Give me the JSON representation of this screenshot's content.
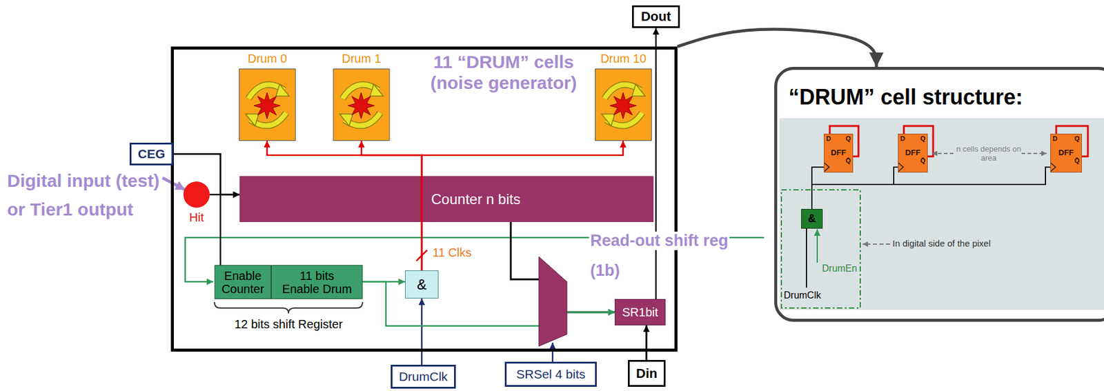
{
  "diagram": {
    "nodes": [
      {
        "text": [
          "Dout"
        ]
      },
      {
        "text": [
          "11 “DRUM” cells (noise generator)"
        ]
      },
      {
        "text": [
          "Drum 0"
        ],
        "in": 1
      },
      {
        "text": [
          "Drum 1"
        ],
        "in": 1
      },
      {
        "text": [
          "Drum 10"
        ],
        "in": 1
      },
      {
        "text": [
          "CEG"
        ]
      },
      {
        "text": [
          "Hit"
        ],
        "in": 1
      },
      {
        "text": [
          "Counter n bits"
        ],
        "in": 1
      },
      {
        "text": [
          "Enable Counter"
        ],
        "in": 1
      },
      {
        "text": [
          "11 bits Enable Drum"
        ],
        "in": 1
      },
      {
        "text": [
          "&"
        ],
        "in": 1
      },
      {
        "text": [
          "SR1bit"
        ],
        "in": 1
      },
      {
        "text": [
          "DrumClk"
        ]
      },
      {
        "text": [
          "SRSel 4 bits"
        ]
      },
      {
        "text": [
          "Din"
        ]
      },
      {
        "text": [
          "“DRUM” cell structure:"
        ]
      },
      {
        "text": [
          "D",
          "Q",
          "DFF",
          "Q̄"
        ],
        "in": 15
      },
      {
        "text": [
          "D",
          "Q",
          "DFF",
          "Q̄"
        ],
        "in": 15
      },
      {
        "text": [
          "D",
          "Q",
          "DFF",
          "Q̄"
        ],
        "in": 15
      },
      {
        "text": [
          "&"
        ],
        "in": 15
      }
    ],
    "edges": [
      {
        "from": 5,
        "to": 7,
        "arrow": "to"
      },
      {
        "from": 6,
        "to": 7,
        "arrow": "to"
      },
      {
        "from": 5,
        "to": 8,
        "arrow": "none"
      },
      {
        "from": 9,
        "to": 10,
        "arrow": "to"
      },
      {
        "from": 12,
        "to": 10,
        "arrow": "to"
      },
      {
        "from": 10,
        "to": 2,
        "arrow": "to"
      },
      {
        "from": 10,
        "to": 3,
        "arrow": "to"
      },
      {
        "from": 10,
        "to": 4,
        "arrow": "to"
      },
      {
        "from": 7,
        "to": 11,
        "arrow": "to"
      },
      {
        "from": 9,
        "to": 11,
        "arrow": "to"
      },
      {
        "from": 11,
        "to": 0,
        "arrow": "to"
      },
      {
        "from": 14,
        "to": 11,
        "arrow": "to"
      },
      {
        "from": 1,
        "to": 15,
        "arrow": "to"
      },
      {
        "from": 19,
        "to": 16,
        "arrow": "none"
      },
      {
        "from": 19,
        "to": 17,
        "arrow": "none"
      },
      {
        "from": 19,
        "to": 18,
        "arrow": "none"
      }
    ],
    "labels": [
      "Digital input (test) or Tier1 output",
      "Read-out shift reg",
      "(1b)",
      "11 Clks",
      "12 bits shift Register",
      "n cells depends on area",
      "In digital side of the pixel",
      "DrumEn",
      "DrumClk"
    ]
  }
}
